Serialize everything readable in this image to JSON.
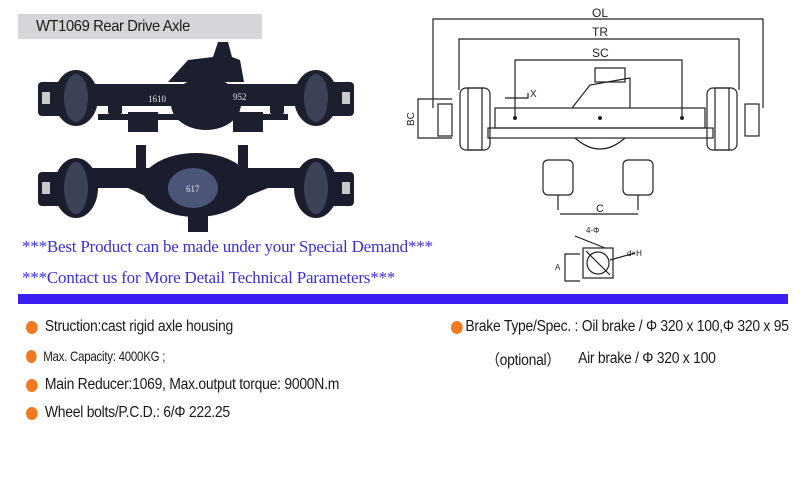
{
  "header": {
    "title": "WT1069 Rear Drive Axle"
  },
  "photos": [
    {
      "name": "axle-photo-top",
      "markings": [
        "1610",
        "952"
      ]
    },
    {
      "name": "axle-photo-bottom",
      "markings": [
        "617"
      ]
    }
  ],
  "promo": {
    "line1": "***Best Product can be made under your Special Demand***",
    "line2": "***Contact us for More Detail Technical Parameters***"
  },
  "diagram": {
    "labels": {
      "ol": "OL",
      "tr": "TR",
      "sc": "SC",
      "bc": "BC",
      "x": "X",
      "c": "C",
      "holes": "4-Φ",
      "dh": "d×H",
      "a": "A"
    }
  },
  "specs": {
    "left": [
      {
        "text": "Struction:cast rigid axle housing",
        "size": "normal"
      },
      {
        "text": "Max. Capacity: 4000KG ;",
        "size": "small"
      },
      {
        "text": "Main Reducer:1069, Max.output torque: 9000N.m",
        "size": "normal"
      },
      {
        "text": "Wheel bolts/P.C.D.: 6/Φ 222.25",
        "size": "normal"
      }
    ],
    "right": {
      "brake_line1": "Brake Type/Spec. : Oil brake / Φ 320 x 100,Φ 320 x 95",
      "optional": "（optional）",
      "brake_line2": "Air brake / Φ 320 x 100"
    }
  },
  "colors": {
    "accent_blue": "#3a1ef2",
    "promo_text": "#3a2fd6",
    "bullet_orange": "#f07a22",
    "title_box": "#d4d6d9"
  }
}
